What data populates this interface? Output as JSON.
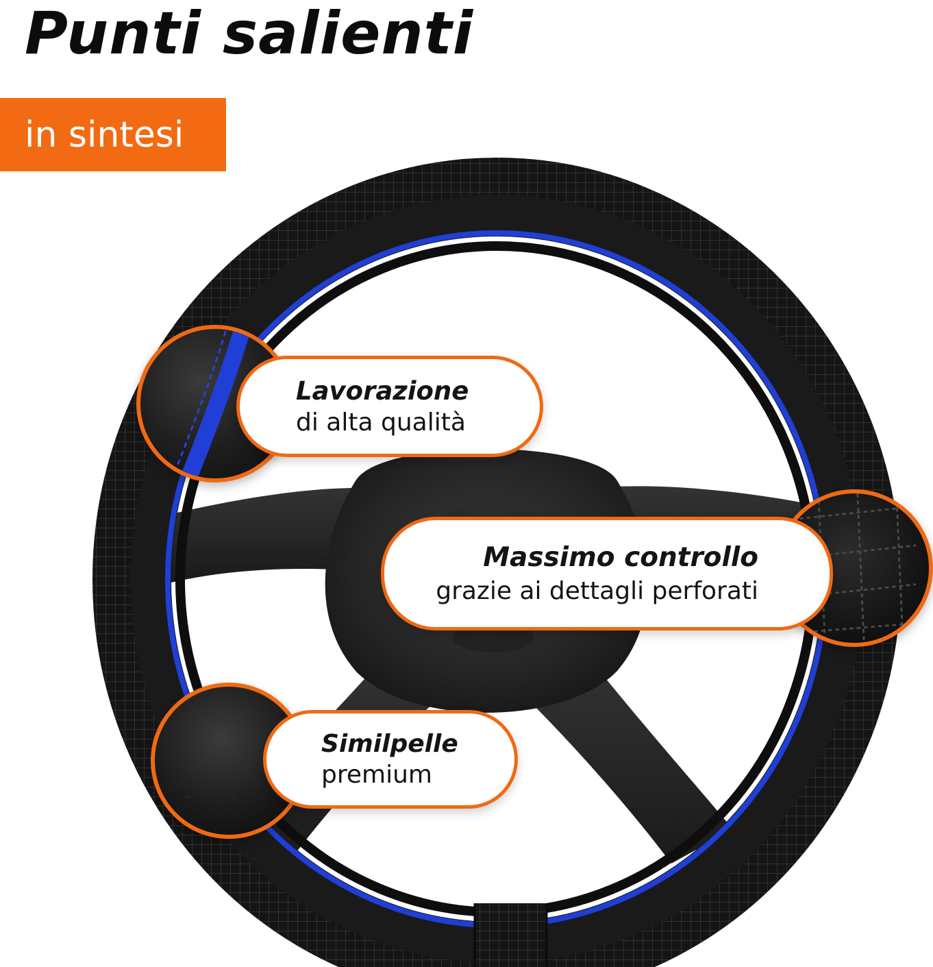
{
  "header": {
    "title": "Punti salienti",
    "badge": "in sintesi"
  },
  "colors": {
    "accent": "#f26b12",
    "stripe": "#1f3fd6",
    "leather": "#141414"
  },
  "features": [
    {
      "heading": "Lavorazione",
      "detail": "di alta qualità",
      "icon": "blue-stitching-zoom-icon"
    },
    {
      "heading": "Massimo controllo",
      "detail": "grazie ai dettagli perforati",
      "icon": "perforated-grid-zoom-icon"
    },
    {
      "heading": "Similpelle",
      "detail": "premium",
      "icon": "leather-texture-zoom-icon"
    }
  ]
}
